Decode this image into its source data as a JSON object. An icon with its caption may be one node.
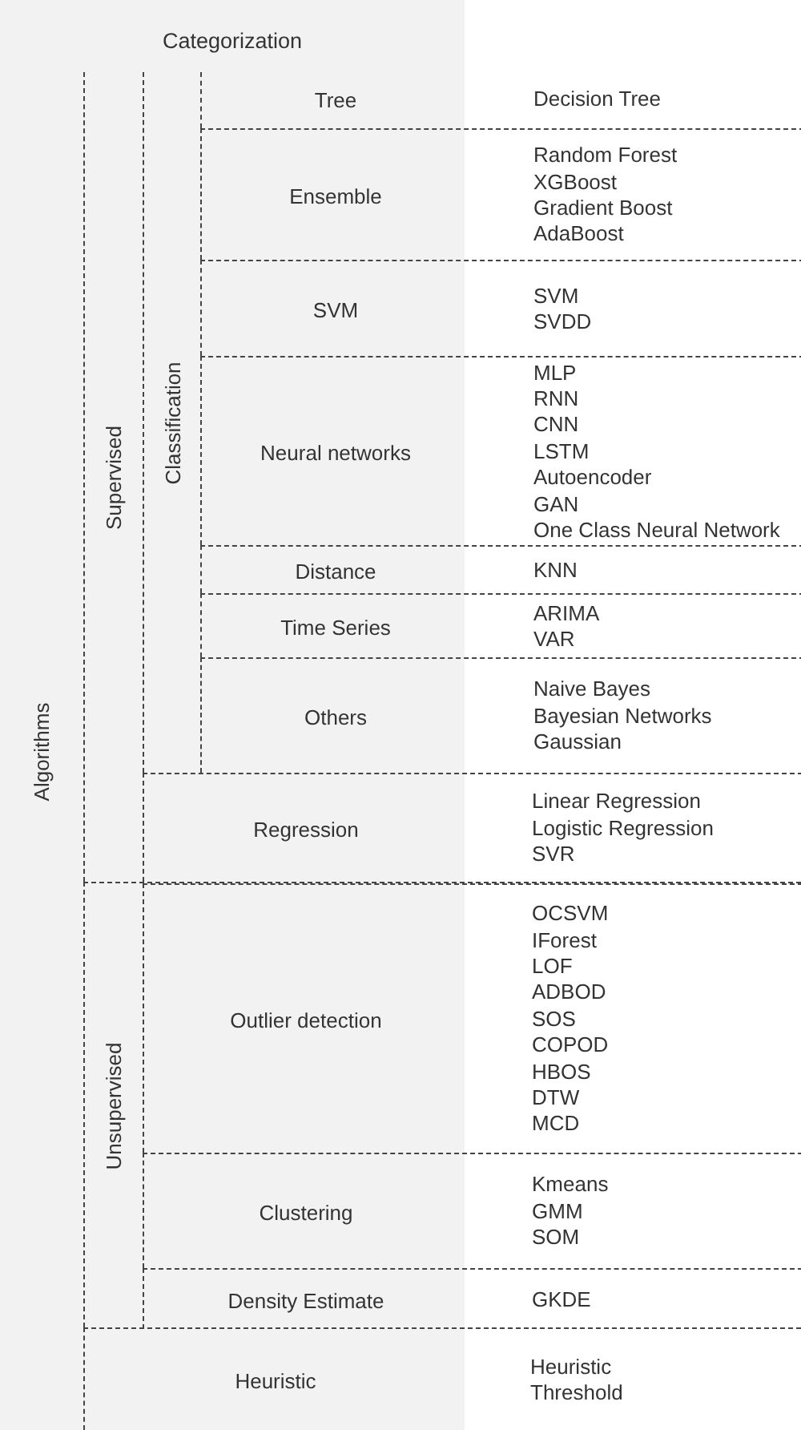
{
  "diagram": {
    "title": "Categorization",
    "nodes": [
      {
        "text": [
          "Algorithms"
        ]
      },
      {
        "text": [
          "Supervised"
        ],
        "in": 0
      },
      {
        "text": [
          "Classification"
        ],
        "in": 1
      },
      {
        "text": [
          "Tree",
          "Decision Tree"
        ],
        "in": 2
      },
      {
        "text": [
          "Ensemble",
          "Random Forest",
          "XGBoost",
          "Gradient Boost",
          "AdaBoost"
        ],
        "in": 2
      },
      {
        "text": [
          "SVM",
          "SVM",
          "SVDD"
        ],
        "in": 2
      },
      {
        "text": [
          "Neural networks",
          "MLP",
          "RNN",
          "CNN",
          "LSTM",
          "Autoencoder",
          "GAN",
          "One Class Neural Network"
        ],
        "in": 2
      },
      {
        "text": [
          "Distance",
          "KNN"
        ],
        "in": 2
      },
      {
        "text": [
          "Time Series",
          "ARIMA",
          "VAR"
        ],
        "in": 2
      },
      {
        "text": [
          "Others",
          "Naive Bayes",
          "Bayesian Networks",
          "Gaussian"
        ],
        "in": 2
      },
      {
        "text": [
          "Regression",
          "Linear Regression",
          "Logistic Regression",
          "SVR"
        ],
        "in": 1
      },
      {
        "text": [
          "Unsupervised"
        ],
        "in": 0
      },
      {
        "text": [
          "Outlier detection",
          "OCSVM",
          "IForest",
          "LOF",
          "ADBOD",
          "SOS",
          "COPOD",
          "HBOS",
          "DTW",
          "MCD"
        ],
        "in": 11
      },
      {
        "text": [
          "Clustering",
          "Kmeans",
          "GMM",
          "SOM"
        ],
        "in": 11
      },
      {
        "text": [
          "Density Estimate",
          "GKDE"
        ],
        "in": 11
      },
      {
        "text": [
          "Heuristic",
          "Heuristic",
          "Threshold"
        ],
        "in": 0
      }
    ],
    "edges": []
  }
}
